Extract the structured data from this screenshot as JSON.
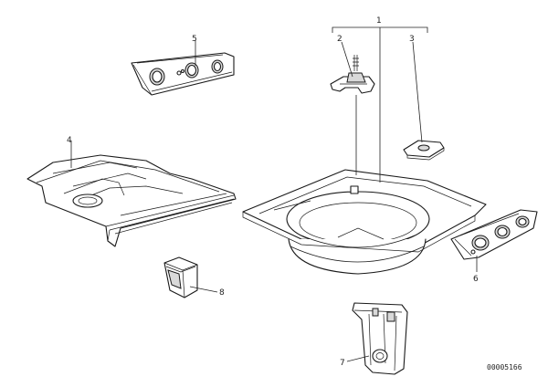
{
  "callouts": {
    "c1": "1",
    "c2": "2",
    "c3": "3",
    "c4": "4",
    "c5": "5",
    "c6": "6",
    "c7": "7",
    "c8": "8"
  },
  "diagram_code": "00005166"
}
